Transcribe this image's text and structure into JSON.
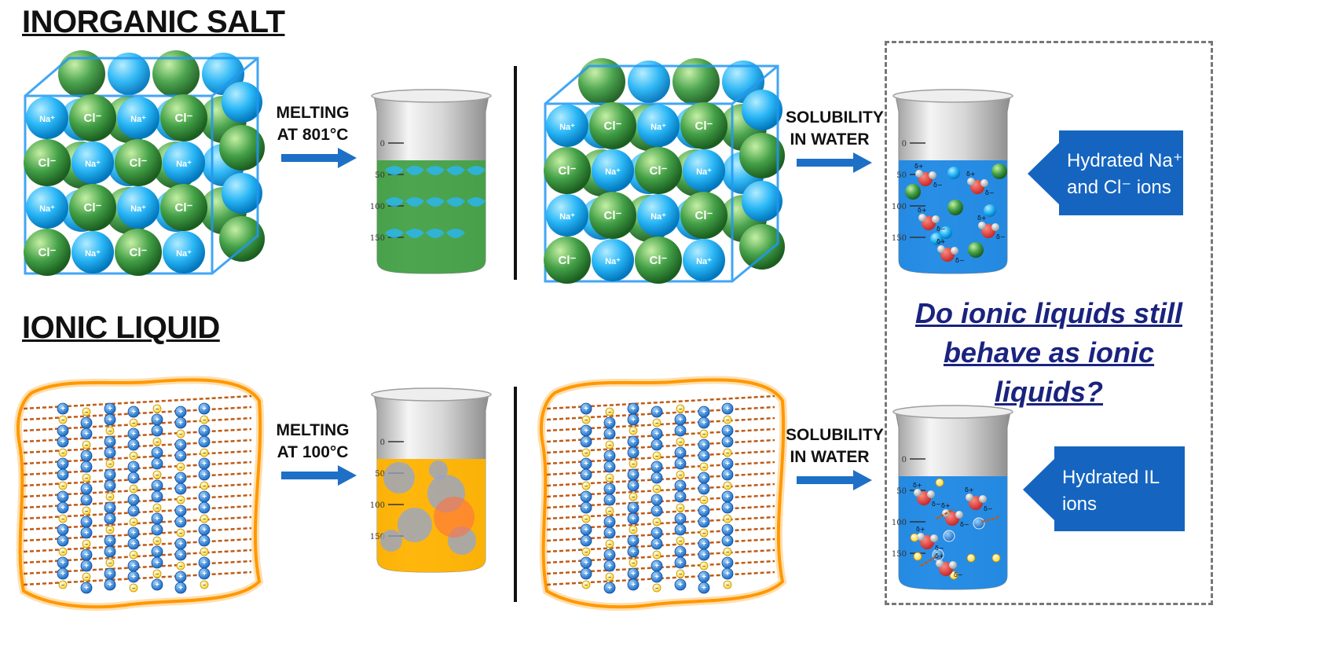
{
  "sections": {
    "salt_title": "INORGANIC SALT",
    "il_title": "IONIC LIQUID"
  },
  "steps": {
    "salt_melt": [
      "MELTING",
      "AT 801°C"
    ],
    "salt_sol": [
      "SOLUBILITY",
      "IN WATER"
    ],
    "il_melt": [
      "MELTING",
      "AT 100°C"
    ],
    "il_sol": [
      "SOLUBILITY",
      "IN WATER"
    ]
  },
  "callouts": {
    "salt": [
      "Hydrated Na⁺",
      "and Cl⁻ ions"
    ],
    "il": [
      "Hydrated IL",
      "ions"
    ]
  },
  "question": [
    "Do ionic liquids still",
    "behave as ionic liquids?"
  ],
  "ions": {
    "na": "Na⁺",
    "cl": "Cl⁻",
    "delta_plus": "δ+",
    "delta_minus": "δ−"
  },
  "beaker_ticks": [
    "0",
    "50",
    "100",
    "150"
  ],
  "colors": {
    "na": "#29b6f6",
    "cl": "#43a047",
    "arrow": "#1e6fc6",
    "callout": "#1565c0",
    "water": "#1e88e5",
    "oxygen": "#e53935",
    "orange": "#ff9800",
    "cation": "#1e6fc6",
    "anion": "#fdd835"
  }
}
